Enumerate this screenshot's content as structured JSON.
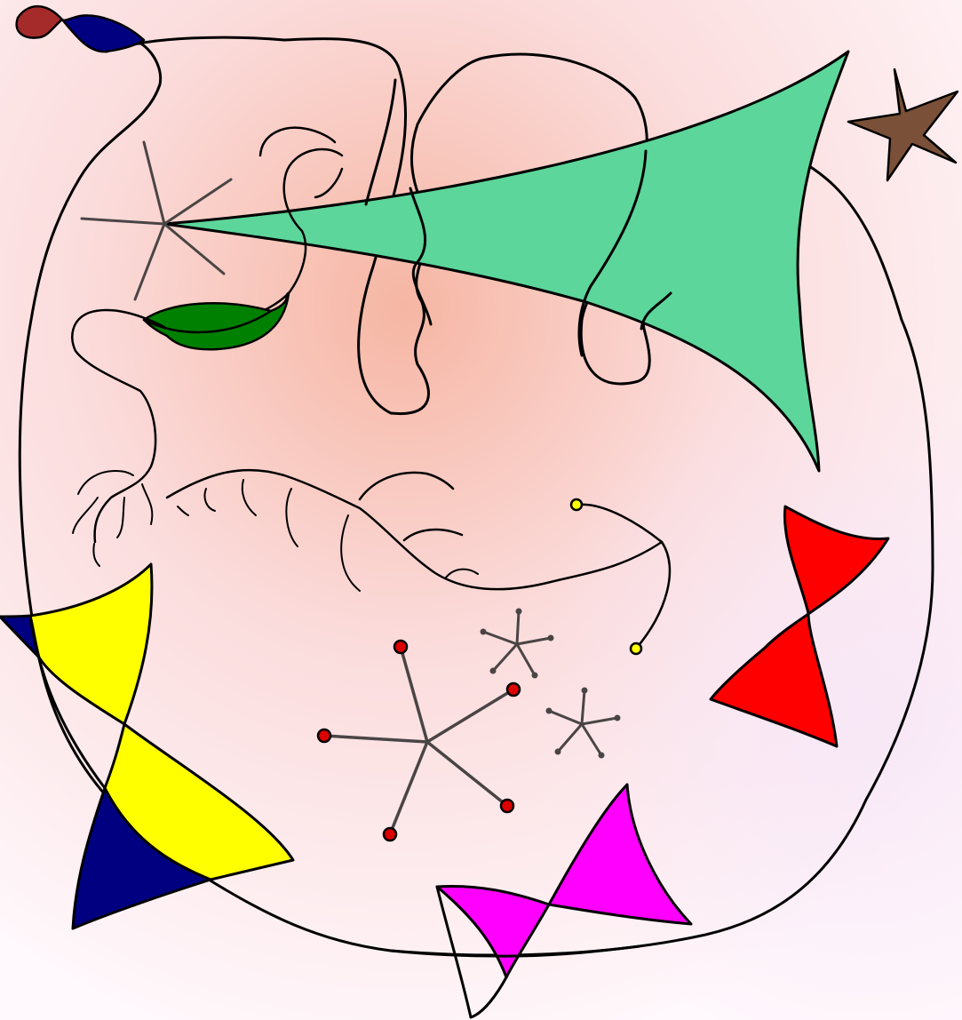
{
  "artwork": {
    "title": "",
    "style": "abstract surrealist line drawing with colored shapes",
    "icons": [
      "star-icon",
      "asterisk-icon",
      "bowtie-shape",
      "leaf-shape",
      "wedge-shape",
      "flag-shape"
    ]
  },
  "colors": {
    "background_glow_center": "#f6b6a3",
    "background_glow_mid": "#fbdcdc",
    "background_glow_edge": "#fff8fc",
    "lavender_tint": "#f7e6f7",
    "line": "#000000",
    "spoke_gray": "#4a4545",
    "mint_green": "#5cd69a",
    "leaf_green": "#008000",
    "yellow": "#ffff00",
    "navy": "#000080",
    "red": "#ff0000",
    "magenta": "#ff00ff",
    "brown_star": "#7a5138",
    "flag_red": "#a52a2a",
    "dot_red": "#dd0000",
    "dot_yellow": "#ffff00"
  }
}
